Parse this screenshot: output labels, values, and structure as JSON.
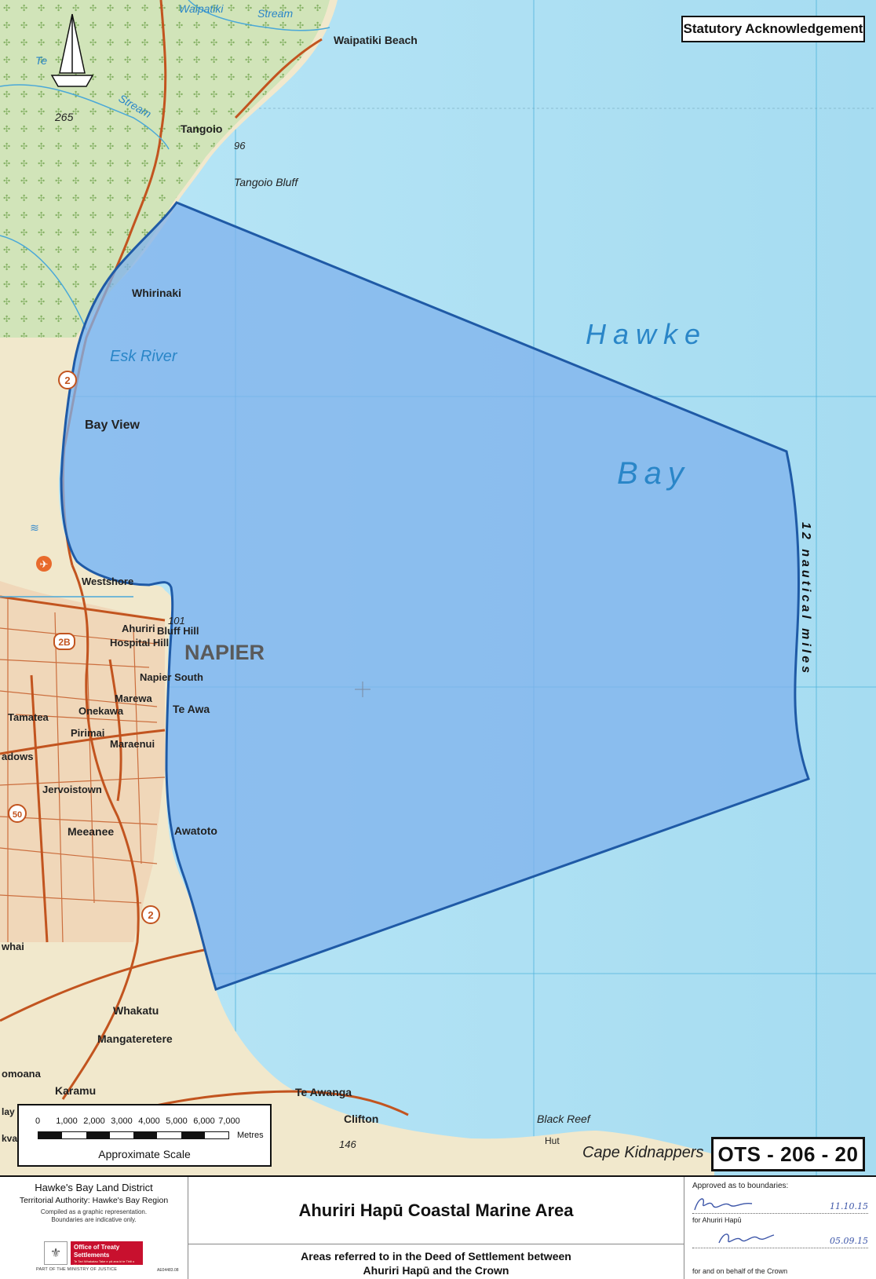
{
  "map": {
    "stamp_label": "Statutory Acknowledgement",
    "map_id": "OTS - 206 - 20",
    "place_labels": {
      "waipatiki": "Waipatiki",
      "stream_top": "Stream",
      "waipatiki_beach": "Waipatiki Beach",
      "te": "Te",
      "stream_left": "Stream",
      "h265": "265",
      "tangoio": "Tangoio",
      "h96": "96",
      "tangoio_bluff": "Tangoio Bluff",
      "whirinaki": "Whirinaki",
      "esk_river": "Esk River",
      "bay_view": "Bay View",
      "westshore": "Westshore",
      "h101": "101",
      "ahuriri": "Ahuriri",
      "bluff_hill": "Bluff Hill",
      "hospital_hill": "Hospital Hill",
      "napier": "NAPIER",
      "napier_south": "Napier South",
      "marewa": "Marewa",
      "onekawa": "Onekawa",
      "pirimai": "Pirimai",
      "maraenui": "Maraenui",
      "tamatea": "Tamatea",
      "te_awa": "Te Awa",
      "jervoistown": "Jervoistown",
      "meeanee": "Meeanee",
      "awatoto": "Awatoto",
      "whakatu": "Whakatu",
      "mangateretere": "Mangateretere",
      "karamu": "Karamu",
      "te_awanga": "Te Awanga",
      "clifton": "Clifton",
      "h146": "146",
      "black_reef": "Black Reef",
      "hut": "Hut",
      "cape_kidnappers": "Cape Kidnappers",
      "hawke": "Hawke",
      "bay": "Bay",
      "twelve_nm": "12 nautical miles",
      "adows": "adows",
      "omoana": "omoana",
      "whai": "whai",
      "lay": "lay",
      "kva": "kva"
    },
    "road_shields": {
      "sh2_north": "2",
      "sh2b": "2B",
      "sh50": "50",
      "sh2_south": "2"
    },
    "colors": {
      "sea": "#aee0f3",
      "land": "#f1e8cc",
      "forest": "#cfe4b8",
      "area_fill": "#7fb2ec",
      "area_outline": "#1f5aa6",
      "road": "#c2541f",
      "label_blue": "#2a86c8"
    },
    "icons": [
      "north-arrow-icon",
      "airport-icon",
      "crosshair-icon",
      "wetland-icon"
    ]
  },
  "scale": {
    "ticks": [
      "0",
      "1,000",
      "2,000",
      "3,000",
      "4,000",
      "5,000",
      "6,000",
      "7,000"
    ],
    "units": "Metres",
    "caption": "Approximate Scale"
  },
  "footer": {
    "land_district": "Hawke's Bay Land District",
    "territorial_authority": "Territorial Authority: Hawke's Bay Region",
    "note_line1": "Compiled as a graphic representation.",
    "note_line2": "Boundaries are indicative only.",
    "ots_name": "Office of Treaty Settlements",
    "ots_sub": "Te Tari Whakatau Take e pā ana ki te Tiriti o Waitangi",
    "part_of": "PART OF THE MINISTRY OF JUSTICE",
    "ref_id": "AE04483.08",
    "title": "Ahuriri Hapū Coastal Marine Area",
    "subtitle_line1": "Areas referred to in the Deed of Settlement between",
    "subtitle_line2": "Ahuriri Hapū and the Crown",
    "approved_label": "Approved as to boundaries:",
    "sig1_date": "11.10.15",
    "sig1_for": "for Ahuriri Hapū",
    "sig2_date": "05.09.15",
    "sig2_for": "for and on behalf of the Crown"
  }
}
